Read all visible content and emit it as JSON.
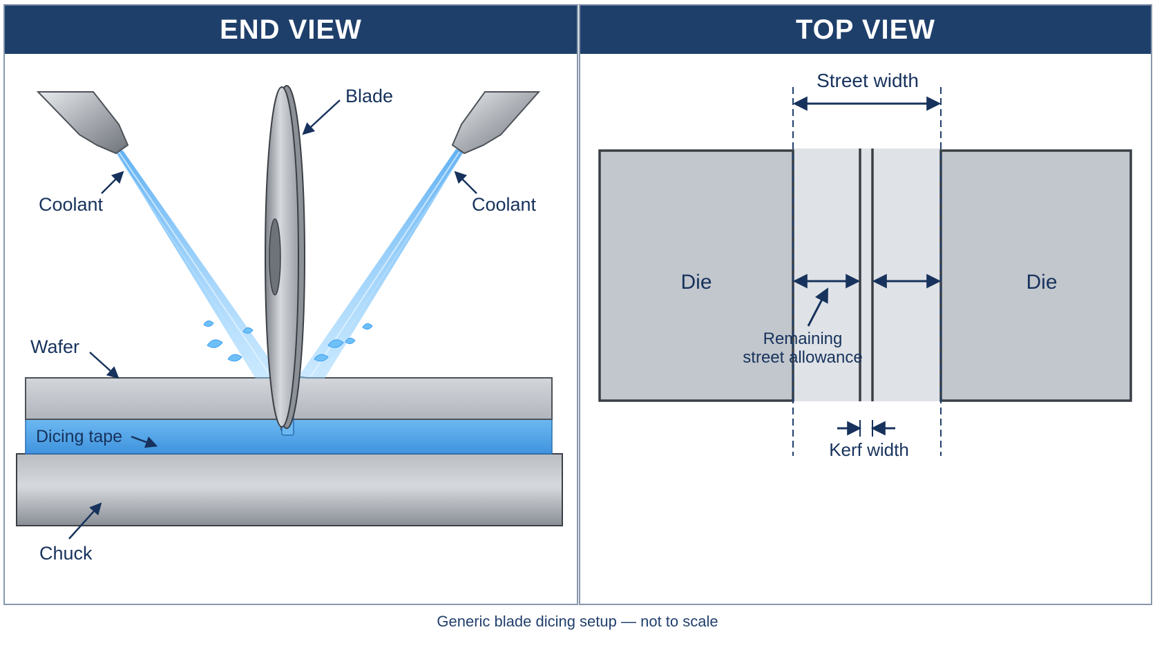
{
  "end_view": {
    "title": "END VIEW",
    "labels": {
      "blade": "Blade",
      "coolant_left": "Coolant",
      "coolant_right": "Coolant",
      "wafer": "Wafer",
      "dicing_tape": "Dicing tape",
      "chuck": "Chuck"
    }
  },
  "top_view": {
    "title": "TOP VIEW",
    "labels": {
      "street_width": "Street width",
      "die_left": "Die",
      "die_right": "Die",
      "remaining_line1": "Remaining",
      "remaining_line2": "street allowance",
      "kerf_width": "Kerf width"
    }
  },
  "caption": "Generic blade dicing setup — not to scale",
  "colors": {
    "header": "#1f3f6b",
    "label": "#17325c",
    "coolant": "#5bb0f0",
    "tape": "#5aa8ea",
    "die": "#c2c7cd",
    "street": "#dfe2e6"
  }
}
